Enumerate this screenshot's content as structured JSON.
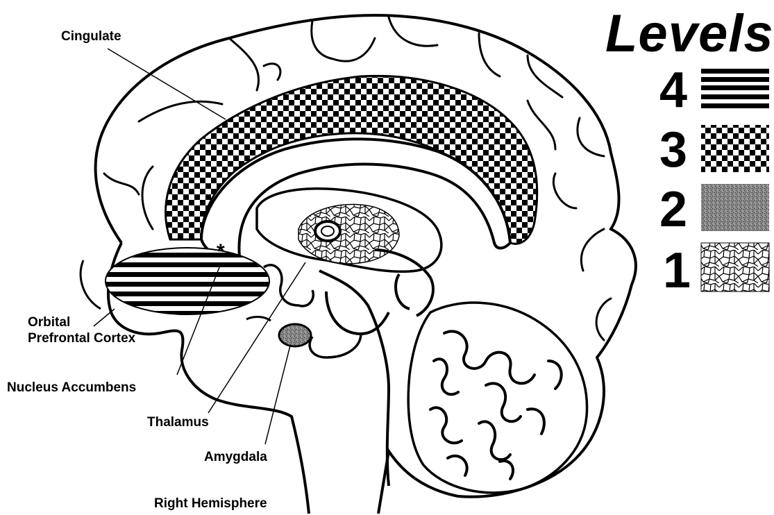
{
  "legend": {
    "title": "Levels",
    "levels": [
      {
        "number": "4",
        "pattern": "horizontal-stripes"
      },
      {
        "number": "3",
        "pattern": "checkerboard"
      },
      {
        "number": "2",
        "pattern": "speckle"
      },
      {
        "number": "1",
        "pattern": "cells"
      }
    ]
  },
  "labels": {
    "cingulate": "Cingulate",
    "orbital_line1": "Orbital",
    "orbital_line2": "Prefrontal Cortex",
    "nucleus_accumbens": "Nucleus Accumbens",
    "thalamus": "Thalamus",
    "amygdala": "Amygdala",
    "hemisphere": "Right Hemisphere"
  },
  "markers": {
    "accumbens_star": "*"
  },
  "colors": {
    "ink": "#000000",
    "paper": "#ffffff",
    "speckle": "#7a7a7a"
  }
}
